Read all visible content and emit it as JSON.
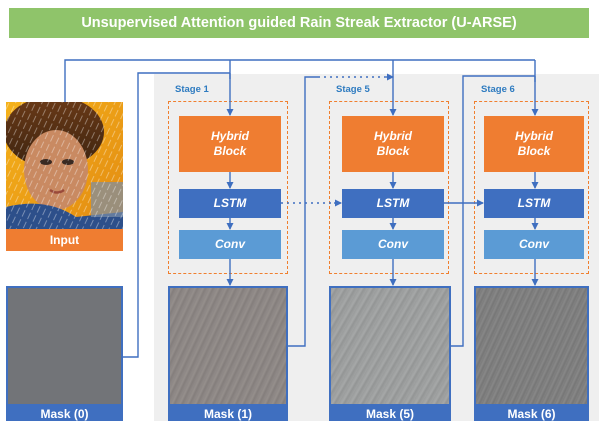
{
  "title": "Unsupervised Attention guided Rain Streak Extractor (U-ARSE)",
  "input_label": "Input",
  "stages": [
    {
      "label": "Stage 1",
      "hybrid": "Hybrid Block",
      "lstm": "LSTM",
      "conv": "Conv"
    },
    {
      "label": "Stage 5",
      "hybrid": "Hybrid Block",
      "lstm": "LSTM",
      "conv": "Conv"
    },
    {
      "label": "Stage 6",
      "hybrid": "Hybrid Block",
      "lstm": "LSTM",
      "conv": "Conv"
    }
  ],
  "masks": [
    "Mask (0)",
    "Mask (1)",
    "Mask (5)",
    "Mask (6)"
  ],
  "colors": {
    "title_bg": "#8fc46a",
    "hybrid_block": "#ef7d31",
    "lstm_block": "#3f6fc0",
    "conv_block": "#5b9bd5",
    "stage_border": "#f07f2e",
    "arrows": "#3f6fc0",
    "mask_label_bg": "#3f6fc0",
    "input_label_bg": "#ef7d31"
  }
}
